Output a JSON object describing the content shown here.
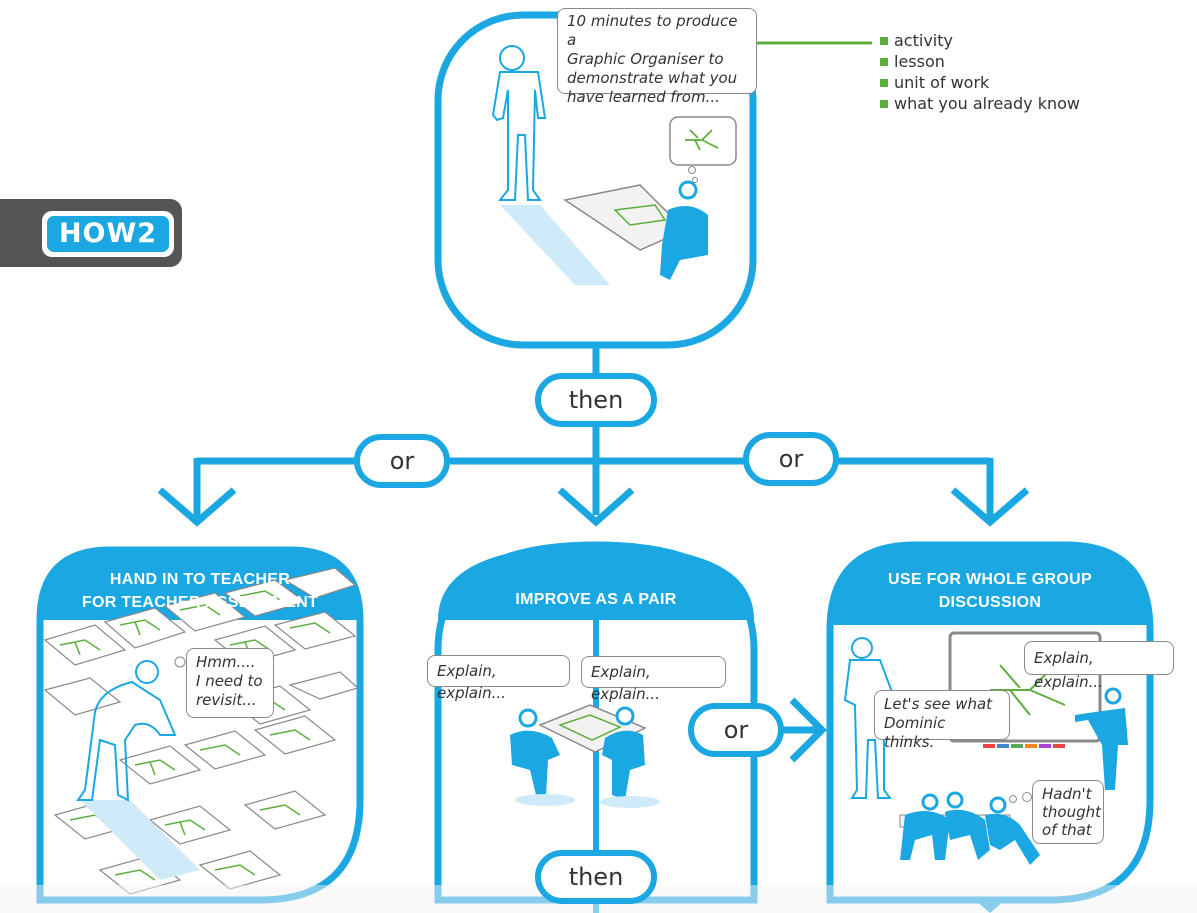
{
  "logo": {
    "text": "HOW2"
  },
  "top_bubble": {
    "lines": [
      "10 minutes to produce a",
      "Graphic Organiser to",
      "demonstrate what you",
      "have learned from..."
    ]
  },
  "legend": {
    "items": [
      "activity",
      "lesson",
      "unit of work",
      "what you already know"
    ]
  },
  "connectors": {
    "then_top": "then",
    "or_left": "or",
    "or_right": "or",
    "or_middle": "or",
    "then_bottom": "then"
  },
  "panels": {
    "left": {
      "heading": [
        "HAND IN TO TEACHER",
        "FOR TEACHER ASSESSMENT"
      ],
      "bubble": [
        "Hmm....",
        "I need to",
        "revisit..."
      ]
    },
    "middle": {
      "heading": "IMPROVE AS A PAIR",
      "bubble_left": "Explain, explain...",
      "bubble_right": "Explain, explain..."
    },
    "right": {
      "heading": [
        "USE FOR WHOLE GROUP",
        "DISCUSSION"
      ],
      "bubble_teacher": [
        "Let's see what",
        "Dominic thinks."
      ],
      "bubble_student": "Explain, explain...",
      "bubble_group": [
        "Hadn't",
        "thought",
        "of that"
      ]
    }
  },
  "colors": {
    "accent": "#1aa7e2",
    "green": "#5cae3c",
    "gray": "#8a8a8a",
    "logo_bg": "#555555"
  }
}
